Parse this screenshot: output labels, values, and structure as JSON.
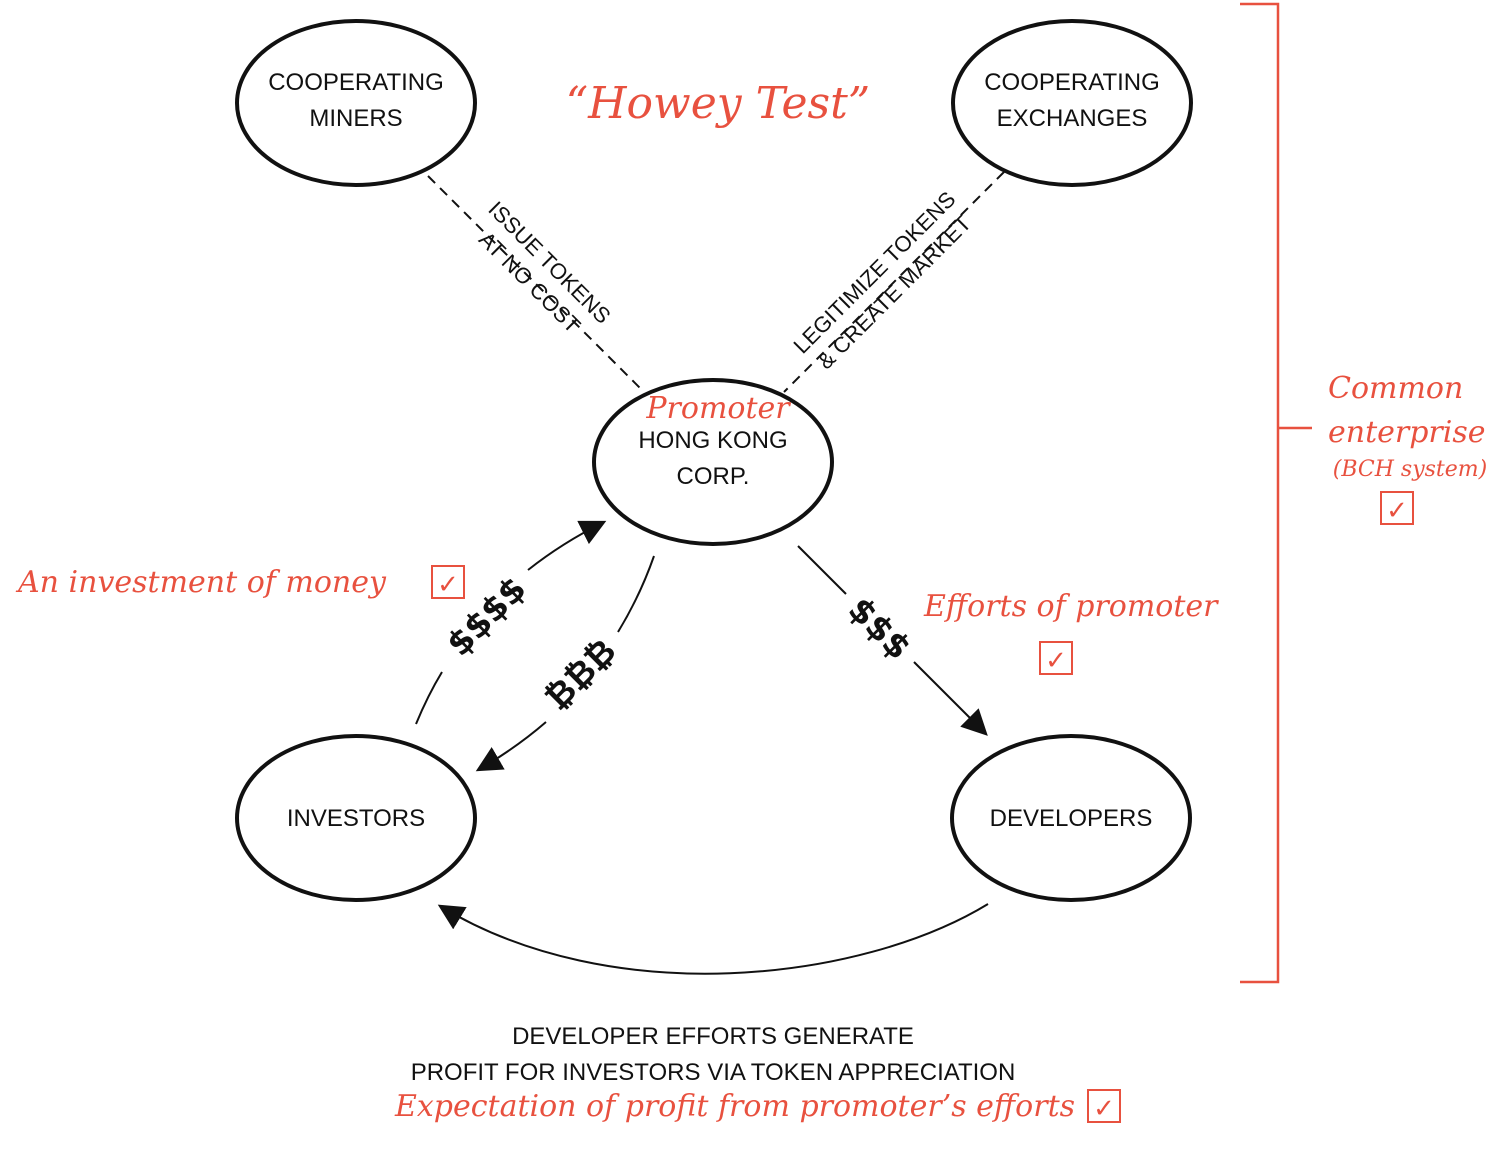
{
  "title": "“Howey Test”",
  "nodes": {
    "miners": {
      "line1": "COOPERATING",
      "line2": "MINERS"
    },
    "exchanges": {
      "line1": "COOPERATING",
      "line2": "EXCHANGES"
    },
    "promoter": {
      "annotation": "Promoter",
      "line1": "HONG KONG",
      "line2": "CORP."
    },
    "investors": {
      "label": "INVESTORS"
    },
    "developers": {
      "label": "DEVELOPERS"
    }
  },
  "edges": {
    "miners_to_promoter": {
      "line1": "ISSUE TOKENS",
      "line2": "AT NO COST"
    },
    "exchanges_to_promoter": {
      "line1": "LEGITIMIZE TOKENS",
      "line2": "& CREATE MARKET"
    },
    "investors_to_promoter": {
      "label": "$$$$"
    },
    "promoter_to_investors": {
      "label": "₿₿₿"
    },
    "promoter_to_developers": {
      "label": "$$$"
    }
  },
  "annotations": {
    "investment": "An investment of money",
    "efforts": "Efforts of promoter",
    "common_line1": "Common",
    "common_line2": "enterprise",
    "common_line3": "(BCH system)",
    "expectation": "Expectation of profit from promoter’s efforts",
    "checkmark": "✓"
  },
  "footer": {
    "line1": "DEVELOPER EFFORTS GENERATE",
    "line2": "PROFIT FOR INVESTORS VIA TOKEN APPRECIATION"
  },
  "colors": {
    "annotation": "#e8513f",
    "ink": "#111111"
  }
}
